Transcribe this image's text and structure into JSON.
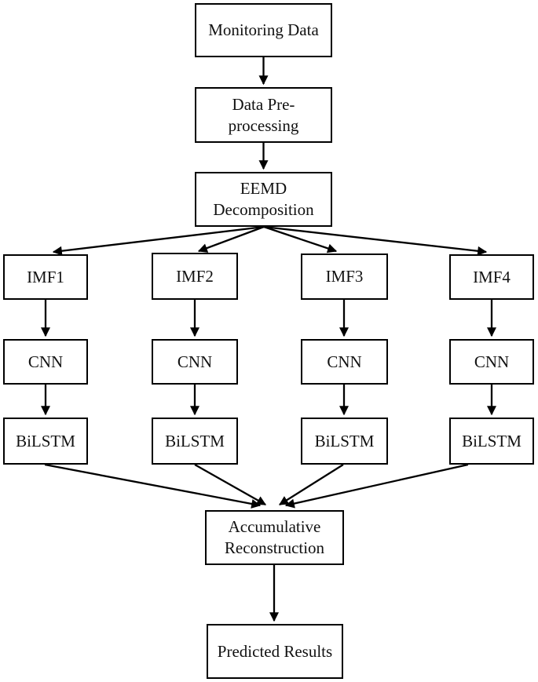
{
  "diagram": {
    "type": "flowchart",
    "background": "#ffffff",
    "box_fill": "#ffffff",
    "box_border_color": "#000000",
    "line_color": "#000000",
    "text_color": "#111111",
    "nodes": {
      "monitoring": {
        "label": "Monitoring Data"
      },
      "preprocessing": {
        "label": "Data Pre-\nprocessing"
      },
      "eemd": {
        "label": "EEMD\nDecomposition"
      },
      "accumulative": {
        "label": "Accumulative\nReconstruction"
      },
      "predicted": {
        "label": "Predicted Results"
      }
    },
    "columns": [
      {
        "imf": "IMF1",
        "cnn": "CNN",
        "bilstm": "BiLSTM"
      },
      {
        "imf": "IMF2",
        "cnn": "CNN",
        "bilstm": "BiLSTM"
      },
      {
        "imf": "IMF3",
        "cnn": "CNN",
        "bilstm": "BiLSTM"
      },
      {
        "imf": "IMF4",
        "cnn": "CNN",
        "bilstm": "BiLSTM"
      }
    ],
    "edges": [
      {
        "from": "Monitoring Data",
        "to": "Data Pre-processing"
      },
      {
        "from": "Data Pre-processing",
        "to": "EEMD Decomposition"
      },
      {
        "from": "EEMD Decomposition",
        "to": "IMF1"
      },
      {
        "from": "EEMD Decomposition",
        "to": "IMF2"
      },
      {
        "from": "EEMD Decomposition",
        "to": "IMF3"
      },
      {
        "from": "EEMD Decomposition",
        "to": "IMF4"
      },
      {
        "from": "IMF1",
        "to": "CNN"
      },
      {
        "from": "IMF2",
        "to": "CNN"
      },
      {
        "from": "IMF3",
        "to": "CNN"
      },
      {
        "from": "IMF4",
        "to": "CNN"
      },
      {
        "from": "CNN",
        "to": "BiLSTM"
      },
      {
        "from": "CNN",
        "to": "BiLSTM"
      },
      {
        "from": "CNN",
        "to": "BiLSTM"
      },
      {
        "from": "CNN",
        "to": "BiLSTM"
      },
      {
        "from": "BiLSTM (IMF1)",
        "to": "Accumulative Reconstruction"
      },
      {
        "from": "BiLSTM (IMF2)",
        "to": "Accumulative Reconstruction"
      },
      {
        "from": "BiLSTM (IMF3)",
        "to": "Accumulative Reconstruction"
      },
      {
        "from": "BiLSTM (IMF4)",
        "to": "Accumulative Reconstruction"
      },
      {
        "from": "Accumulative Reconstruction",
        "to": "Predicted Results"
      }
    ]
  }
}
